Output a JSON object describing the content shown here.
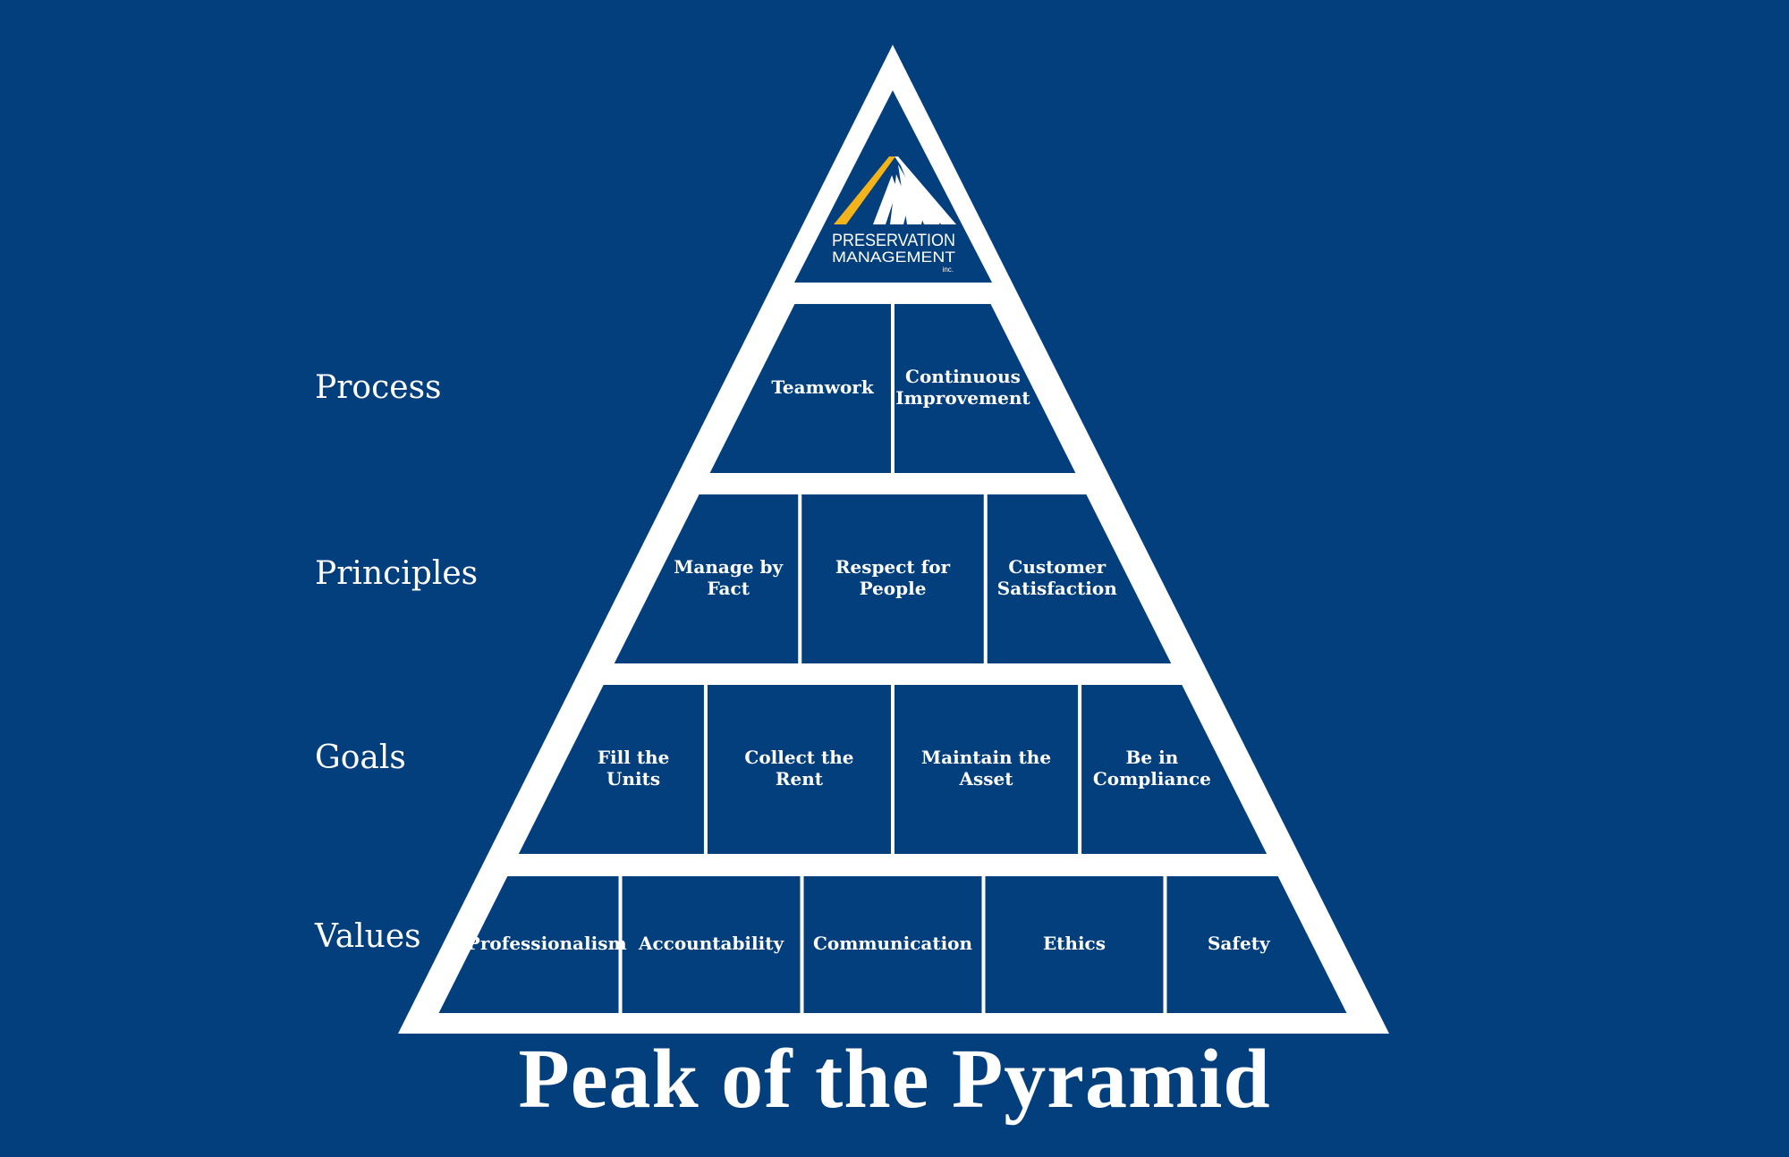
{
  "title": "Peak of the Pyramid",
  "logo": {
    "line1": "PRESERVATION",
    "line2": "MANAGEMENT",
    "line3": "inc."
  },
  "colors": {
    "background": "#043f7d",
    "outline": "#ffffff",
    "logo_accent": "#f2b31b"
  },
  "levels": [
    {
      "label": "Process",
      "cells": [
        "Teamwork",
        "Continuous\nImprovement"
      ]
    },
    {
      "label": "Principles",
      "cells": [
        "Manage by\nFact",
        "Respect for\nPeople",
        "Customer\nSatisfaction"
      ]
    },
    {
      "label": "Goals",
      "cells": [
        "Fill the\nUnits",
        "Collect the\nRent",
        "Maintain the\nAsset",
        "Be in\nCompliance"
      ]
    },
    {
      "label": "Values",
      "cells": [
        "Professionalism",
        "Accountability",
        "Communication",
        "Ethics",
        "Safety"
      ]
    }
  ]
}
